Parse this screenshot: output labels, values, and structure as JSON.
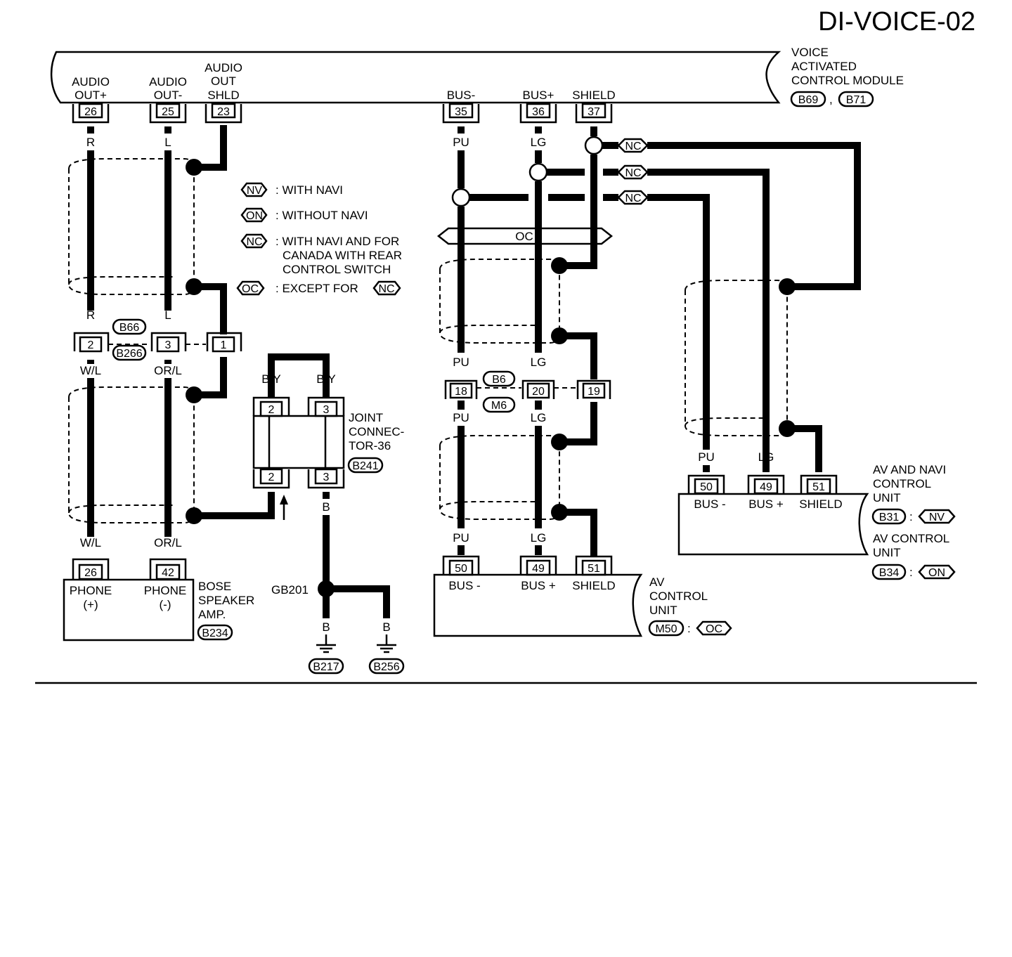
{
  "title": "DI-VOICE-02",
  "module": {
    "name_lines": [
      "VOICE",
      "ACTIVATED",
      "CONTROL MODULE"
    ],
    "connectors": [
      "B69",
      "B71"
    ]
  },
  "module_terminals": [
    {
      "label_lines": [
        "AUDIO",
        "OUT+"
      ],
      "pin": "26",
      "wire": "R"
    },
    {
      "label_lines": [
        "AUDIO",
        "OUT-"
      ],
      "pin": "25",
      "wire": "L"
    },
    {
      "label_lines": [
        "AUDIO",
        "OUT",
        "SHLD"
      ],
      "pin": "23"
    },
    {
      "label_lines": [
        "BUS-"
      ],
      "pin": "35",
      "wire": "PU"
    },
    {
      "label_lines": [
        "BUS+"
      ],
      "pin": "36",
      "wire": "LG"
    },
    {
      "label_lines": [
        "SHIELD"
      ],
      "pin": "37"
    }
  ],
  "legend": [
    {
      "code": "NV",
      "lines": [
        ": WITH NAVI"
      ]
    },
    {
      "code": "ON",
      "lines": [
        ": WITHOUT NAVI"
      ]
    },
    {
      "code": "NC",
      "lines": [
        ": WITH NAVI AND FOR",
        "CANADA WITH REAR",
        "CONTROL SWITCH"
      ]
    },
    {
      "code": "OC",
      "lines": [
        ": EXCEPT FOR"
      ],
      "ref": "NC"
    }
  ],
  "inline_audio": {
    "connectors": [
      "B66",
      "B266"
    ],
    "pins": [
      "2",
      "3",
      "1"
    ],
    "wires_above": [
      "R",
      "L"
    ],
    "wires_below": [
      "W/L",
      "OR/L"
    ]
  },
  "joint_connector": {
    "name_lines": [
      "JOINT",
      "CONNEC-",
      "TOR-36"
    ],
    "connector": "B241",
    "top_pins": [
      "2",
      "3"
    ],
    "bottom_pins": [
      "2",
      "3"
    ],
    "wires_top": [
      "B/Y",
      "B/Y"
    ],
    "wire_bottom": "B"
  },
  "ground": {
    "label": "GB201",
    "wires": [
      "B",
      "B"
    ],
    "connectors": [
      "B217",
      "B256"
    ]
  },
  "bose_amp": {
    "name_lines": [
      "BOSE",
      "SPEAKER",
      "AMP."
    ],
    "connector": "B234",
    "wires": [
      "W/L",
      "OR/L"
    ],
    "terminals": [
      {
        "pin": "26",
        "label_lines": [
          "PHONE",
          "(+)"
        ]
      },
      {
        "pin": "42",
        "label_lines": [
          "PHONE",
          "(-)"
        ]
      }
    ]
  },
  "oc_bar_label": "OC",
  "nc_marks": [
    "NC",
    "NC",
    "NC"
  ],
  "inline_bus": {
    "connectors": [
      "B6",
      "M6"
    ],
    "pins": [
      "18",
      "20",
      "19"
    ],
    "wires_above": [
      "PU",
      "LG"
    ],
    "wires_below": [
      "PU",
      "LG"
    ],
    "wires_bottom": [
      "PU",
      "LG"
    ]
  },
  "av_control_unit": {
    "name_lines": [
      "AV",
      "CONTROL",
      "UNIT"
    ],
    "connector": "M50",
    "variant": "OC",
    "terminals": [
      {
        "pin": "50",
        "label": "BUS -"
      },
      {
        "pin": "49",
        "label": "BUS +"
      },
      {
        "pin": "51",
        "label": "SHIELD"
      }
    ]
  },
  "av_navi_unit": {
    "name_lines": [
      "AV AND NAVI",
      "CONTROL",
      "UNIT"
    ],
    "connector": "B31",
    "variant": "NV",
    "alt_name_lines": [
      "AV CONTROL",
      "UNIT"
    ],
    "alt_connector": "B34",
    "alt_variant": "ON",
    "wires": [
      "PU",
      "LG"
    ],
    "terminals": [
      {
        "pin": "50",
        "label": "BUS -"
      },
      {
        "pin": "49",
        "label": "BUS +"
      },
      {
        "pin": "51",
        "label": "SHIELD"
      }
    ]
  },
  "colors": {
    "ink": "#000000",
    "paper": "#ffffff"
  }
}
